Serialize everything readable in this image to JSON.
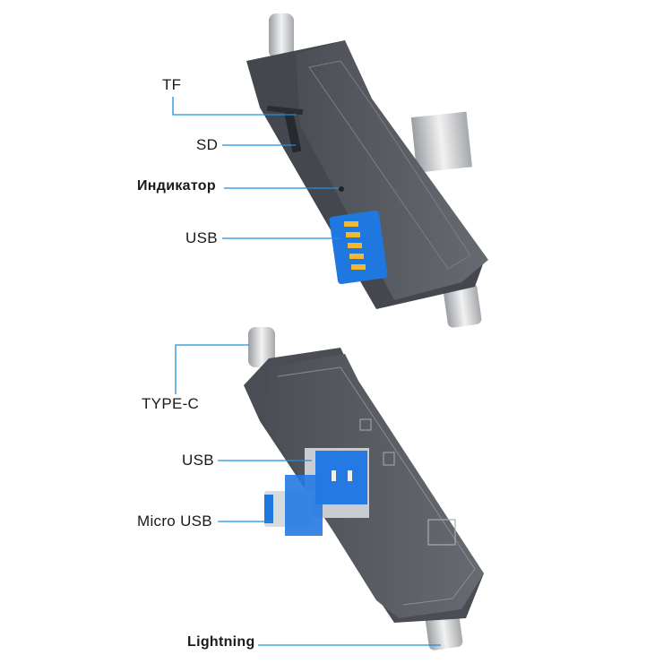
{
  "labels": {
    "tf": "TF",
    "sd": "SD",
    "indicator": "Индикатор",
    "usb_top": "USB",
    "type_c": "TYPE-C",
    "usb_bottom": "USB",
    "micro_usb": "Micro USB",
    "lightning": "Lightning"
  },
  "colors": {
    "leader_line": "#1e8fe0",
    "body": "#5b5f65",
    "usb_blue": "#1f78e0"
  }
}
